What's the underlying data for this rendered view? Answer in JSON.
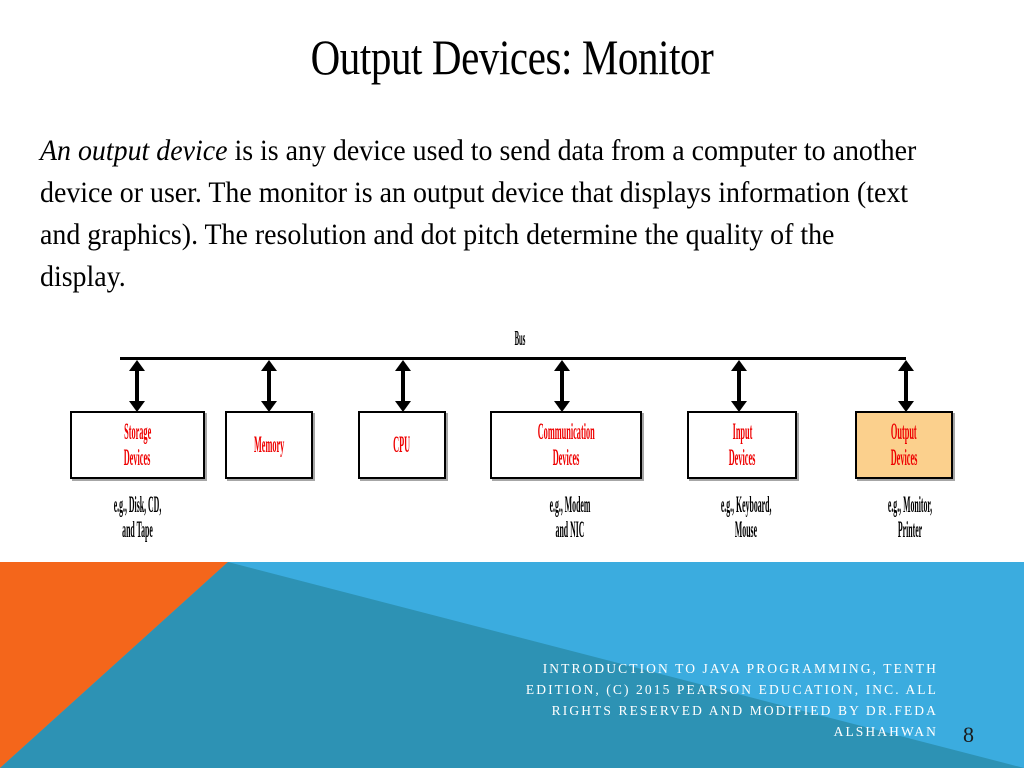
{
  "slide": {
    "title": "Output Devices: Monitor",
    "page_number": "8"
  },
  "body": {
    "emphasis": "An output device",
    "text": " is is any device used to send data from a computer to another device or user. The monitor is an output device that displays information (text and graphics). The resolution and dot pitch determine the quality of the display."
  },
  "diagram": {
    "bus_label": "Bus",
    "box_border_color": "#000000",
    "box_text_color": "#EE0000",
    "highlight_color": "#FBD08D",
    "nodes": [
      {
        "name": "storage-devices",
        "line1": "Storage",
        "line2": "Devices",
        "caption1": "e.g., Disk, CD,",
        "caption2": "and Tape",
        "highlighted": false
      },
      {
        "name": "memory",
        "line1": "Memory",
        "line2": "",
        "caption1": "",
        "caption2": "",
        "highlighted": false
      },
      {
        "name": "cpu",
        "line1": "CPU",
        "line2": "",
        "caption1": "",
        "caption2": "",
        "highlighted": false
      },
      {
        "name": "communication-devices",
        "line1": "Communication",
        "line2": "Devices",
        "caption1": "e.g., Modem",
        "caption2": "and NIC",
        "highlighted": false
      },
      {
        "name": "input-devices",
        "line1": "Input",
        "line2": "Devices",
        "caption1": "e.g., Keyboard,",
        "caption2": "Mouse",
        "highlighted": false
      },
      {
        "name": "output-devices",
        "line1": "Output",
        "line2": "Devices",
        "caption1": "e.g., Monitor,",
        "caption2": "Printer",
        "highlighted": true
      }
    ]
  },
  "footer": {
    "line1": "INTRODUCTION TO JAVA PROGRAMMING, TENTH",
    "line2": "EDITION, (C) 2015 PEARSON EDUCATION, INC. ALL",
    "line3": "RIGHTS RESERVED AND MODIFIED BY DR.FEDA",
    "line4": "ALSHAHWAN",
    "colors": {
      "orange": "#F4661B",
      "light_blue": "#3BACDF",
      "teal": "#2D92B4"
    }
  }
}
